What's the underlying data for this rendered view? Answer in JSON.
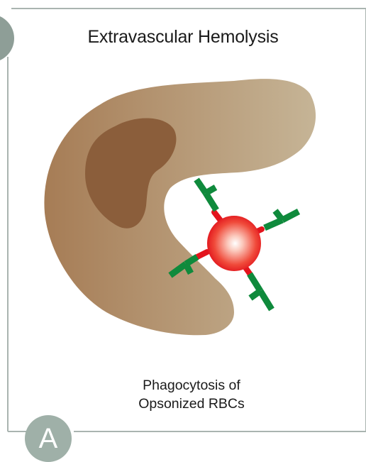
{
  "figure": {
    "title": "Extravascular Hemolysis",
    "caption_line1": "Phagocytosis of",
    "caption_line2": "Opsonized RBCs",
    "panel_label": "A"
  },
  "colors": {
    "macrophage_dark": "#a67c55",
    "macrophage_light": "#c6b597",
    "nucleus": "#8b5e3b",
    "rbc_center": "#fff2ee",
    "rbc_edge": "#e0101a",
    "antibody_green": "#0f8a3c",
    "antibody_red": "#e3141d",
    "frame": "#aab4b0",
    "panel_circle": "#9fb0a8"
  }
}
